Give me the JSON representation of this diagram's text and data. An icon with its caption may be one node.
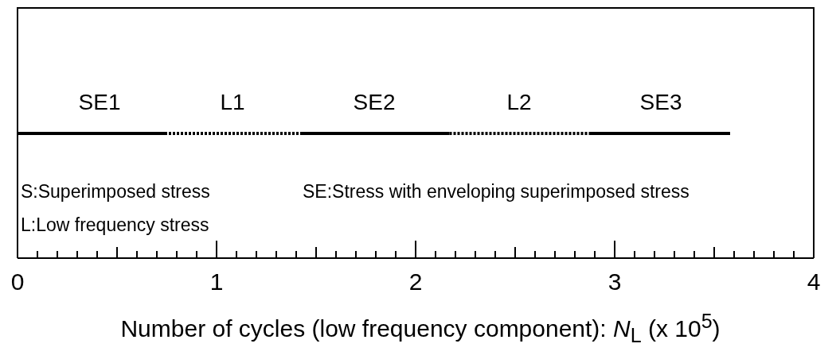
{
  "diagram": {
    "labels": [
      "SE1",
      "L1",
      "SE2",
      "L2",
      "SE3",
      "S:Superimposed stress",
      "SE:Stress with enveloping superimposed stress",
      "L:Low frequency stress",
      "0",
      "1",
      "2",
      "3",
      "4",
      "Number of cycles (low frequency component): *N*$_{L}$ (x 10$^{5}$)"
    ]
  }
}
